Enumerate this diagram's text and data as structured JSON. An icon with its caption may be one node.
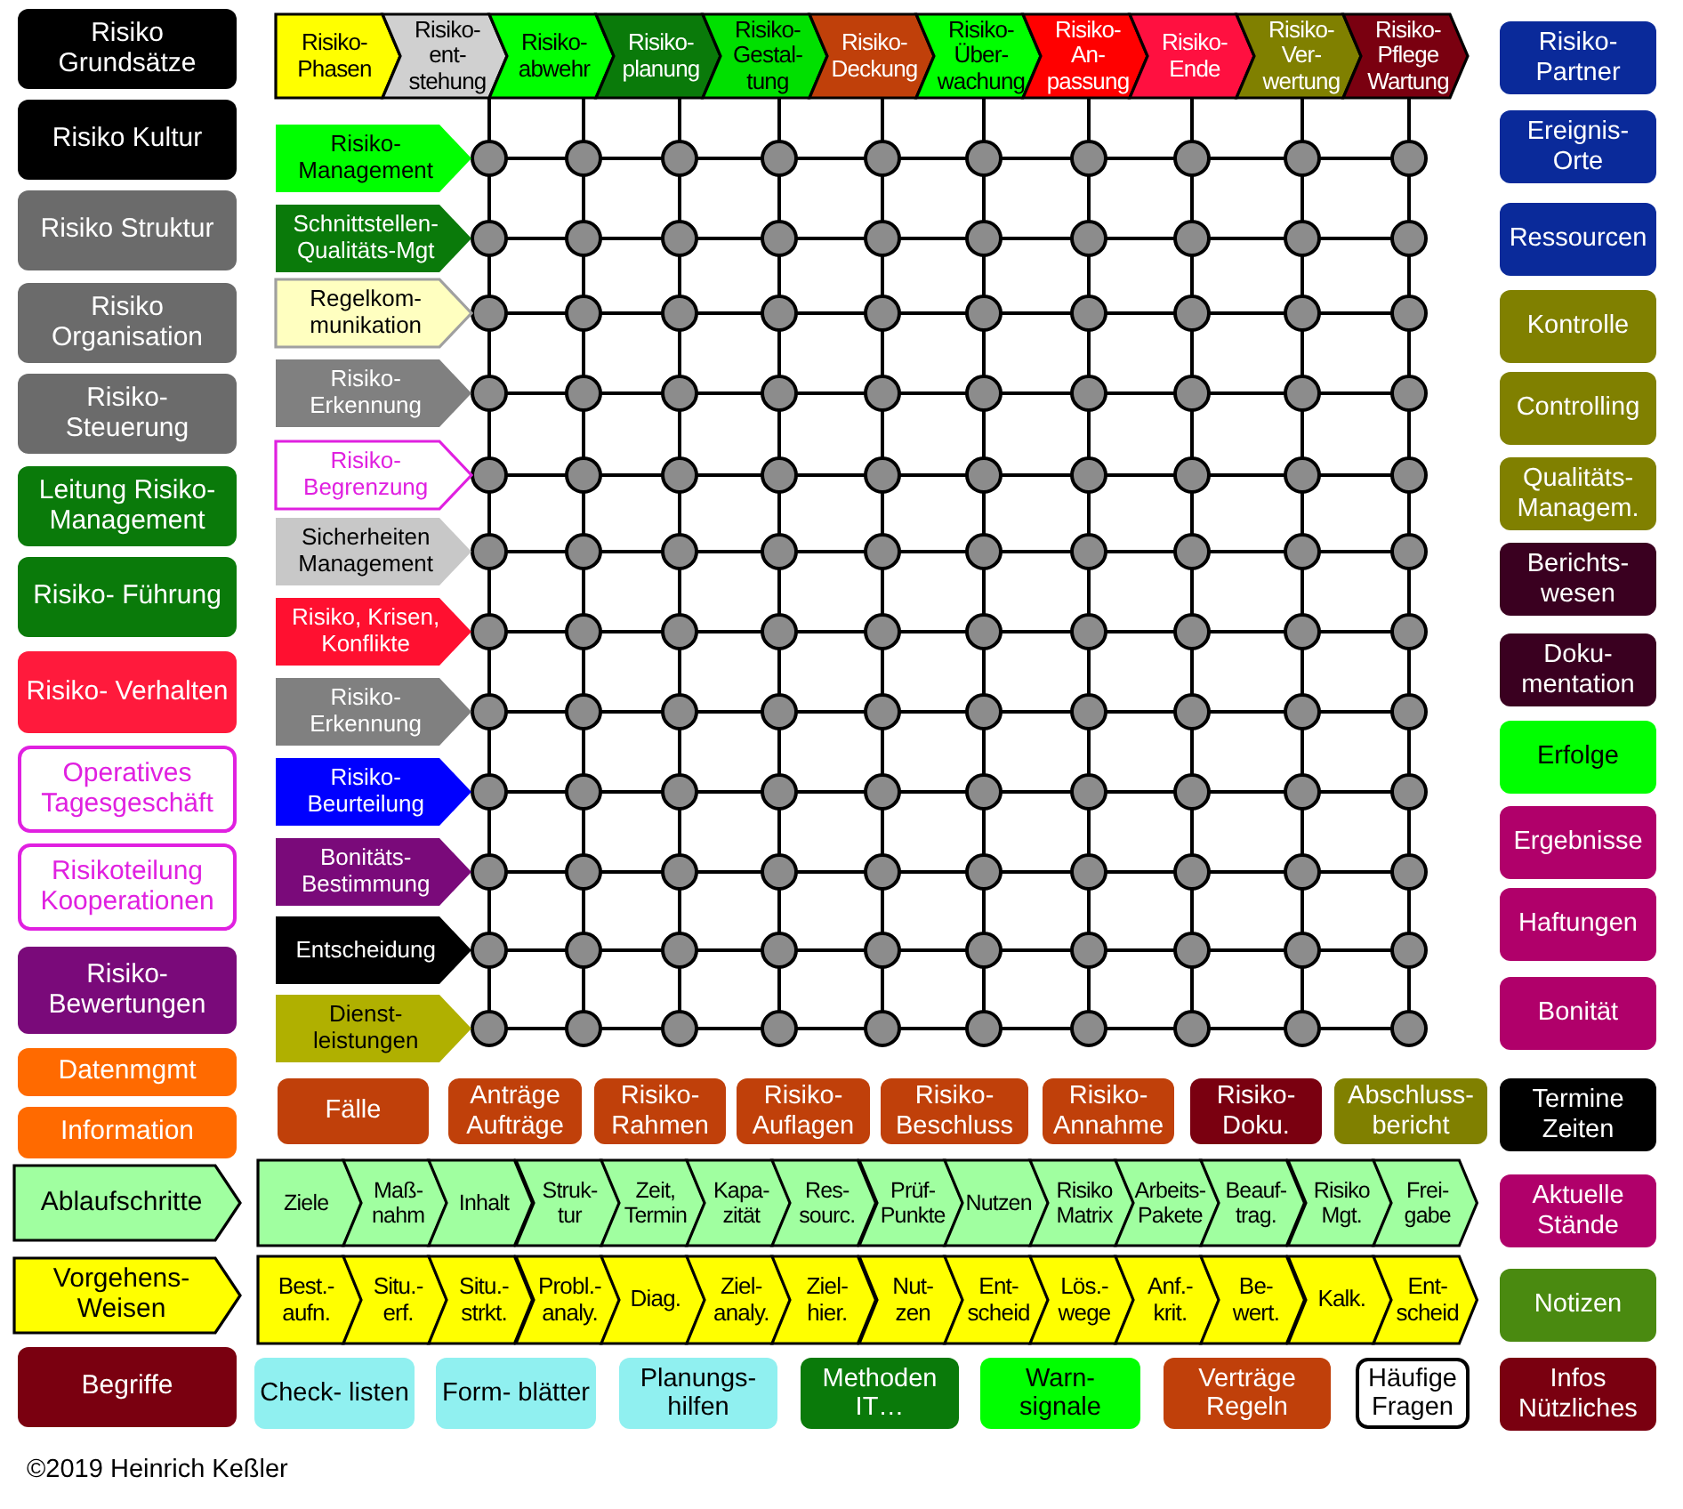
{
  "diagram": {
    "nodes": [
      {
        "text": [
          "Risiko Grundsätze"
        ]
      },
      {
        "text": [
          "Risiko Kultur"
        ]
      },
      {
        "text": [
          "Risiko Struktur"
        ]
      },
      {
        "text": [
          "Risiko Organisation"
        ]
      },
      {
        "text": [
          "Risiko- Steuerung"
        ]
      },
      {
        "text": [
          "Leitung Risiko- Management"
        ]
      },
      {
        "text": [
          "Risiko- Führung"
        ]
      },
      {
        "text": [
          "Risiko- Verhalten"
        ]
      },
      {
        "text": [
          "Operatives Tagesgeschäft"
        ]
      },
      {
        "text": [
          "Risikoteilung Kooperationen"
        ]
      },
      {
        "text": [
          "Risiko- Bewertungen"
        ]
      },
      {
        "text": [
          "Datenmgmt"
        ]
      },
      {
        "text": [
          "Information"
        ]
      },
      {
        "text": [
          "Ablaufschritte"
        ]
      },
      {
        "text": [
          "Vorgehens- Weisen"
        ]
      },
      {
        "text": [
          "Begriffe"
        ]
      },
      {
        "text": [
          "Risiko- Phasen"
        ]
      },
      {
        "text": [
          "Risiko- ent- stehung"
        ]
      },
      {
        "text": [
          "Risiko- abwehr"
        ]
      },
      {
        "text": [
          "Risiko- planung"
        ]
      },
      {
        "text": [
          "Risiko- Gestal- tung"
        ]
      },
      {
        "text": [
          "Risiko- Deckung"
        ]
      },
      {
        "text": [
          "Risiko- Über- wachung"
        ]
      },
      {
        "text": [
          "Risiko- An- passung"
        ]
      },
      {
        "text": [
          "Risiko- Ende"
        ]
      },
      {
        "text": [
          "Risiko- Ver- wertung"
        ]
      },
      {
        "text": [
          "Risiko- Pflege Wartung"
        ]
      },
      {
        "text": [
          "Risiko- Management"
        ]
      },
      {
        "text": [
          "Schnittstellen- Qualitäts-Mgt"
        ]
      },
      {
        "text": [
          "Regelkom- munikation"
        ]
      },
      {
        "text": [
          "Risiko- Erkennung"
        ]
      },
      {
        "text": [
          "Risiko- Begrenzung"
        ]
      },
      {
        "text": [
          "Sicherheiten Management"
        ]
      },
      {
        "text": [
          "Risiko, Krisen, Konflikte"
        ]
      },
      {
        "text": [
          "Risiko- Erkennung"
        ]
      },
      {
        "text": [
          "Risiko- Beurteilung"
        ]
      },
      {
        "text": [
          "Bonitäts- Bestimmung"
        ]
      },
      {
        "text": [
          "Entscheidung"
        ]
      },
      {
        "text": [
          "Dienst- leistungen"
        ]
      },
      {
        "text": [
          "Risiko- Partner"
        ]
      },
      {
        "text": [
          "Ereignis- Orte"
        ]
      },
      {
        "text": [
          "Ressourcen"
        ]
      },
      {
        "text": [
          "Kontrolle"
        ]
      },
      {
        "text": [
          "Controlling"
        ]
      },
      {
        "text": [
          "Qualitäts- Managem."
        ]
      },
      {
        "text": [
          "Berichts- wesen"
        ]
      },
      {
        "text": [
          "Doku- mentation"
        ]
      },
      {
        "text": [
          "Erfolge"
        ]
      },
      {
        "text": [
          "Ergebnisse"
        ]
      },
      {
        "text": [
          "Haftungen"
        ]
      },
      {
        "text": [
          "Bonität"
        ]
      },
      {
        "text": [
          "Termine Zeiten"
        ]
      },
      {
        "text": [
          "Aktuelle Stände"
        ]
      },
      {
        "text": [
          "Notizen"
        ]
      },
      {
        "text": [
          "Infos Nützliches"
        ]
      },
      {
        "text": [
          "Fälle"
        ]
      },
      {
        "text": [
          "Anträge Aufträge"
        ]
      },
      {
        "text": [
          "Risiko- Rahmen"
        ]
      },
      {
        "text": [
          "Risiko- Auflagen"
        ]
      },
      {
        "text": [
          "Risiko- Beschluss"
        ]
      },
      {
        "text": [
          "Risiko- Annahme"
        ]
      },
      {
        "text": [
          "Risiko- Doku."
        ]
      },
      {
        "text": [
          "Abschluss- bericht"
        ]
      },
      {
        "text": [
          "Ziele"
        ]
      },
      {
        "text": [
          "Maß- nahm"
        ]
      },
      {
        "text": [
          "Inhalt"
        ]
      },
      {
        "text": [
          "Struk- tur"
        ]
      },
      {
        "text": [
          "Zeit, Termin"
        ]
      },
      {
        "text": [
          "Kapa- zität"
        ]
      },
      {
        "text": [
          "Res- sourc."
        ]
      },
      {
        "text": [
          "Prüf- Punkte"
        ]
      },
      {
        "text": [
          "Nutzen"
        ]
      },
      {
        "text": [
          "Risiko Matrix"
        ]
      },
      {
        "text": [
          "Arbeits- Pakete"
        ]
      },
      {
        "text": [
          "Beauf- trag."
        ]
      },
      {
        "text": [
          "Risiko Mgt."
        ]
      },
      {
        "text": [
          "Frei- gabe"
        ]
      },
      {
        "text": [
          "Best.- aufn."
        ]
      },
      {
        "text": [
          "Situ.- erf."
        ]
      },
      {
        "text": [
          "Situ.- strkt."
        ]
      },
      {
        "text": [
          "Probl.- analy."
        ]
      },
      {
        "text": [
          "Diag."
        ]
      },
      {
        "text": [
          "Ziel- analy."
        ]
      },
      {
        "text": [
          "Ziel- hier."
        ]
      },
      {
        "text": [
          "Nut- zen"
        ]
      },
      {
        "text": [
          "Ent- scheid"
        ]
      },
      {
        "text": [
          "Lös.- wege"
        ]
      },
      {
        "text": [
          "Anf.- krit."
        ]
      },
      {
        "text": [
          "Be- wert."
        ]
      },
      {
        "text": [
          "Kalk."
        ]
      },
      {
        "text": [
          "Ent- scheid"
        ]
      },
      {
        "text": [
          "Check- listen"
        ]
      },
      {
        "text": [
          "Form- blätter"
        ]
      },
      {
        "text": [
          "Planungs- hilfen"
        ]
      },
      {
        "text": [
          "Methoden IT…"
        ]
      },
      {
        "text": [
          "Warn- signale"
        ]
      },
      {
        "text": [
          "Verträge Regeln"
        ]
      },
      {
        "text": [
          "Häufige Fragen"
        ]
      }
    ],
    "labels": [
      "©2019 Heinrich Keßler"
    ]
  }
}
